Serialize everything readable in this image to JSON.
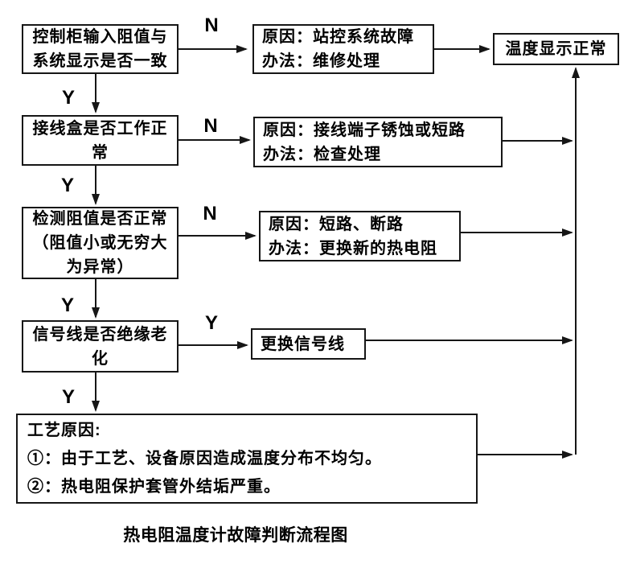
{
  "title": "热电阻温度计故障判断流程图",
  "result_box": {
    "label": "温度显示正常"
  },
  "steps": [
    {
      "question": "控制柜输入阻值与\n系统显示是否一致",
      "branch_no": "N",
      "branch_yes": "Y",
      "outcome": "原因：站控系统故障\n办法：维修处理"
    },
    {
      "question": "接线盒是否工作正\n常",
      "branch_no": "N",
      "branch_yes": "Y",
      "outcome": "原因：接线端子锈蚀或短路\n办法：检查处理"
    },
    {
      "question": "检测阻值是否正常\n（阻值小或无穷大\n为异常）",
      "branch_no": "N",
      "branch_yes": "Y",
      "outcome": "原因：短路、断路\n办法：更换新的热电阻"
    },
    {
      "question": "信号线是否绝缘老\n化",
      "branch_no": "Y",
      "branch_yes": "Y",
      "outcome": "更换信号线"
    }
  ],
  "process_box": {
    "heading": "工艺原因:",
    "items": [
      "①：由于工艺、设备原因造成温度分布不均匀。",
      "②：热电阻保护套管外结垢严重。"
    ]
  },
  "colors": {
    "line": "#161616",
    "box_border": "#161616",
    "box_background": "#ffffff",
    "page_background": "#ffffff",
    "text": "#000000"
  }
}
